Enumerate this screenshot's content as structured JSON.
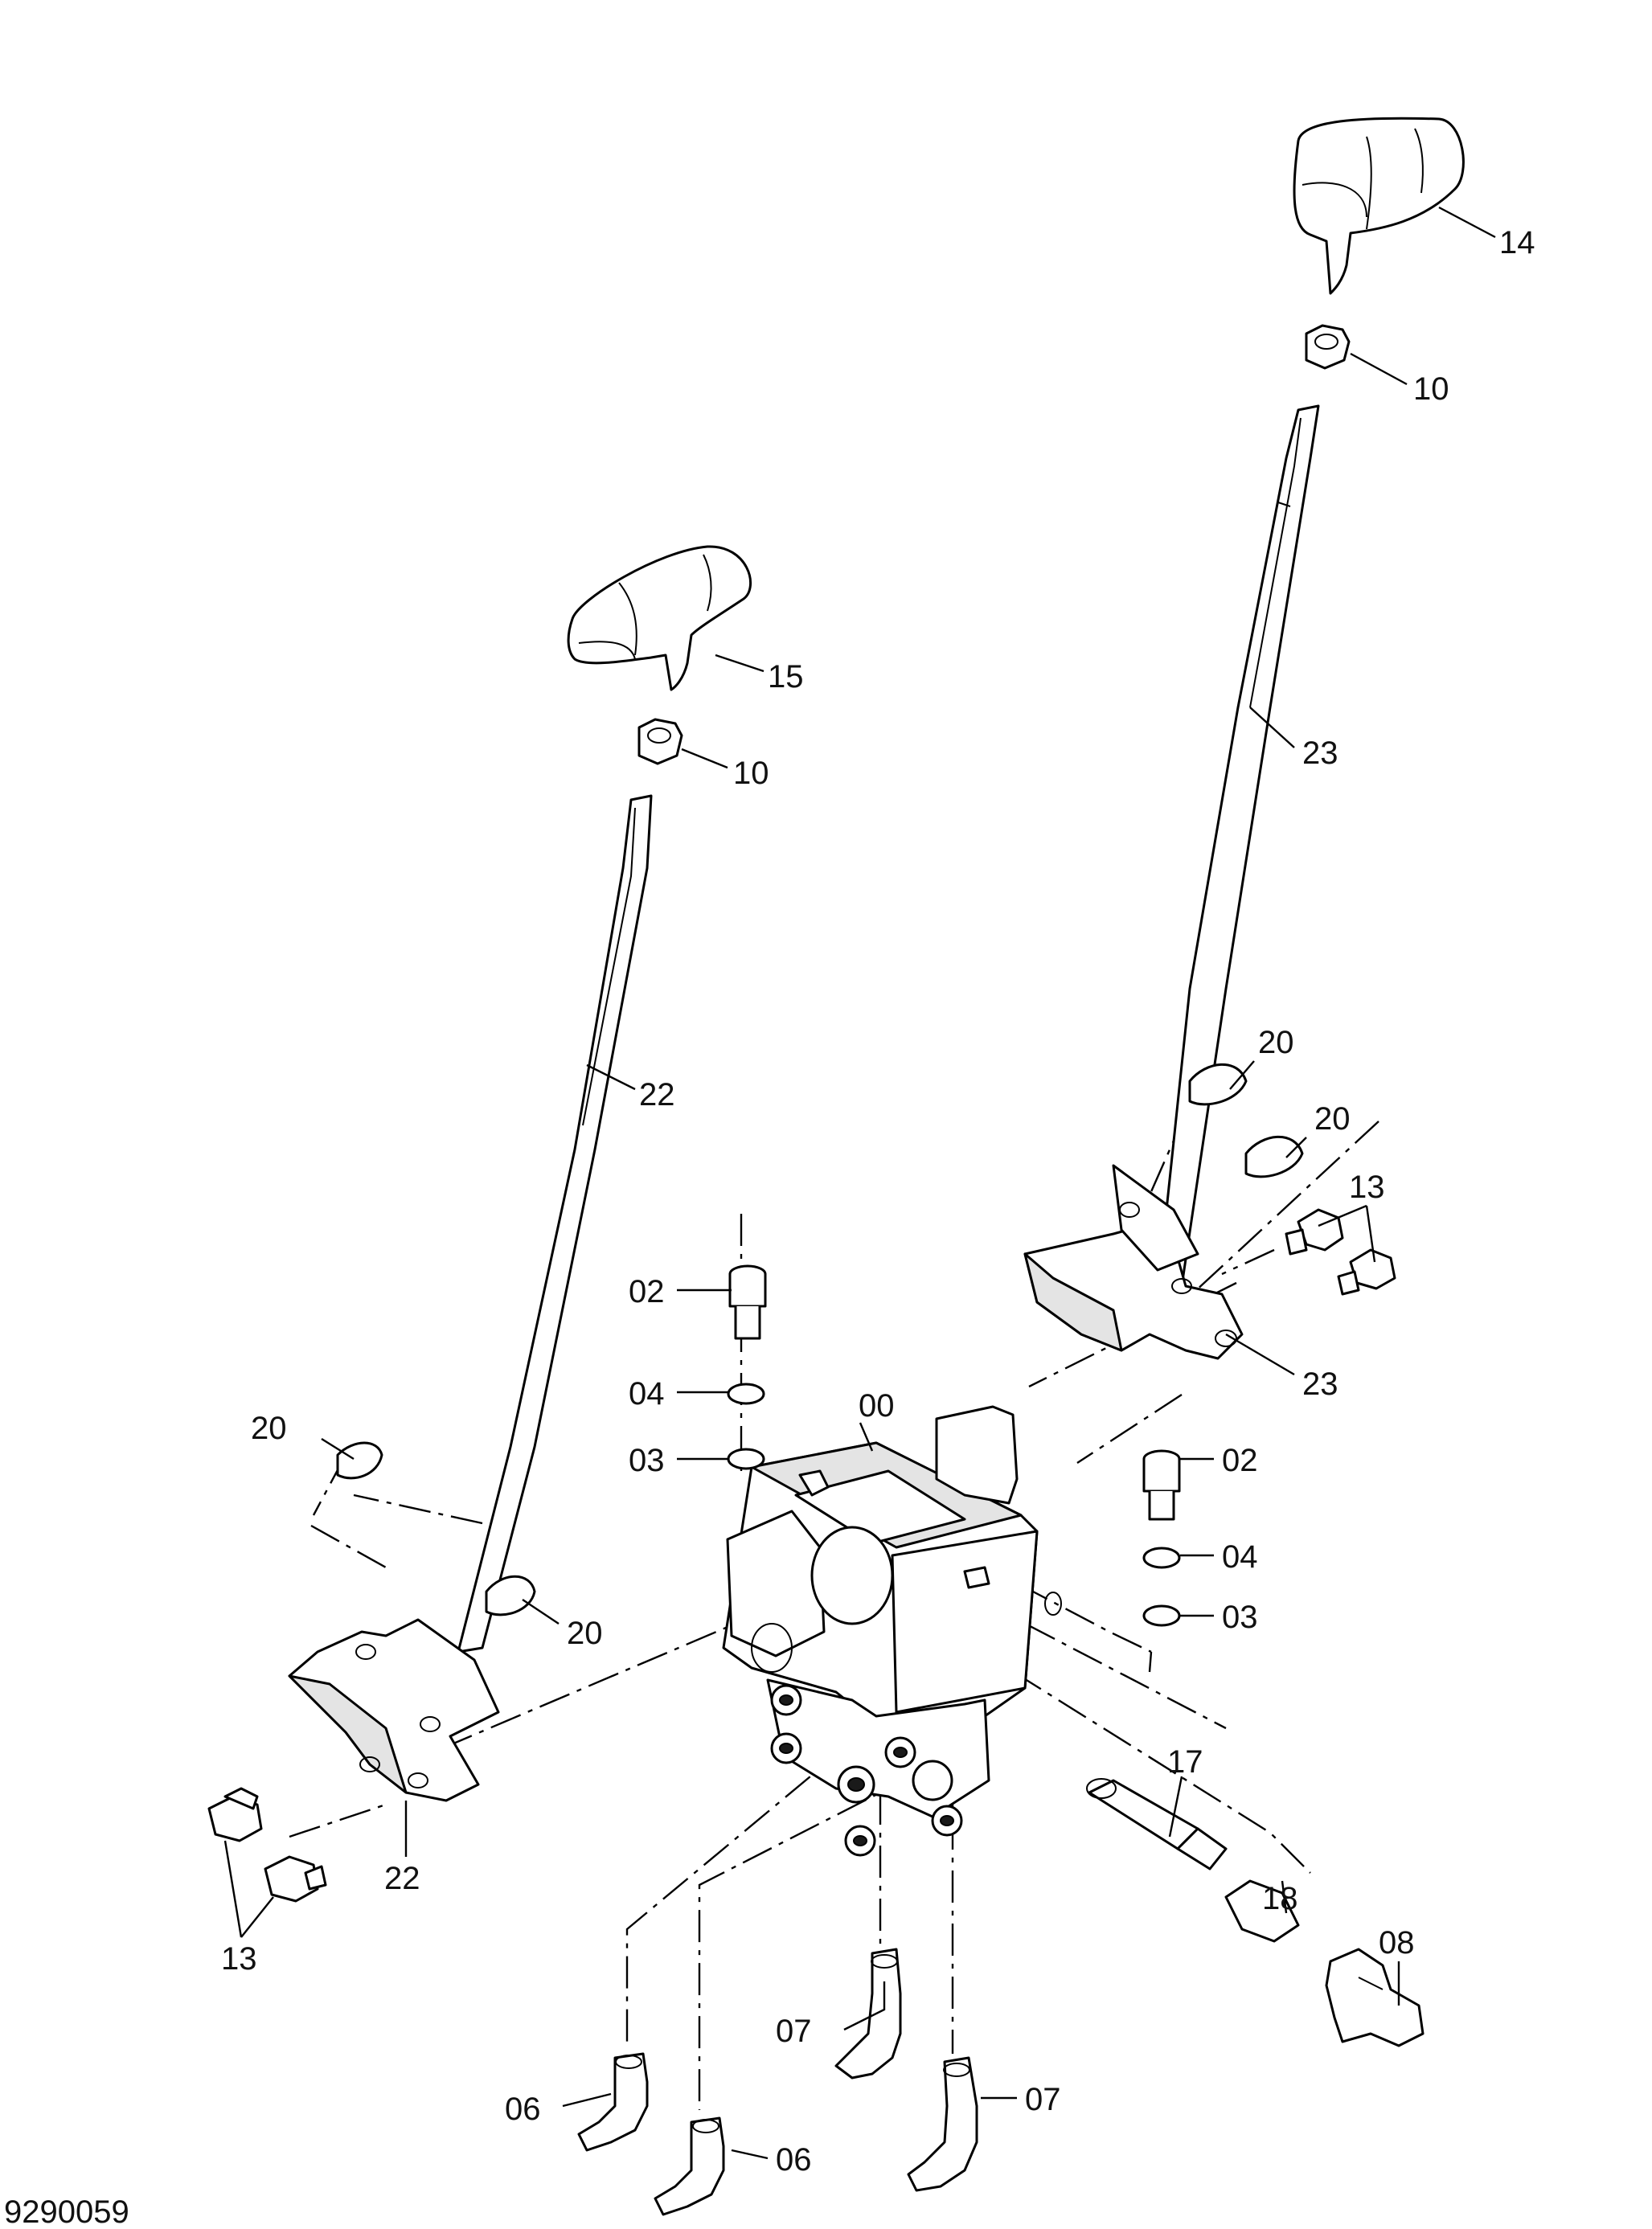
{
  "diagram": {
    "drawing_number": "9290059",
    "callouts": [
      {
        "id": "c14",
        "text": "14"
      },
      {
        "id": "c10a",
        "text": "10"
      },
      {
        "id": "c15",
        "text": "15"
      },
      {
        "id": "c10b",
        "text": "10"
      },
      {
        "id": "c23a",
        "text": "23"
      },
      {
        "id": "c22a",
        "text": "22"
      },
      {
        "id": "c20a",
        "text": "20"
      },
      {
        "id": "c20b",
        "text": "20"
      },
      {
        "id": "c13a",
        "text": "13"
      },
      {
        "id": "c02a",
        "text": "02"
      },
      {
        "id": "c23b",
        "text": "23"
      },
      {
        "id": "c04a",
        "text": "04"
      },
      {
        "id": "c00",
        "text": "00"
      },
      {
        "id": "c03a",
        "text": "03"
      },
      {
        "id": "c02b",
        "text": "02"
      },
      {
        "id": "c20c",
        "text": "20"
      },
      {
        "id": "c04b",
        "text": "04"
      },
      {
        "id": "c20d",
        "text": "20"
      },
      {
        "id": "c03b",
        "text": "03"
      },
      {
        "id": "c17",
        "text": "17"
      },
      {
        "id": "c22b",
        "text": "22"
      },
      {
        "id": "c18",
        "text": "18"
      },
      {
        "id": "c13b",
        "text": "13"
      },
      {
        "id": "c08",
        "text": "08"
      },
      {
        "id": "c07a",
        "text": "07"
      },
      {
        "id": "c07b",
        "text": "07"
      },
      {
        "id": "c06a",
        "text": "06"
      },
      {
        "id": "c06b",
        "text": "06"
      }
    ]
  }
}
